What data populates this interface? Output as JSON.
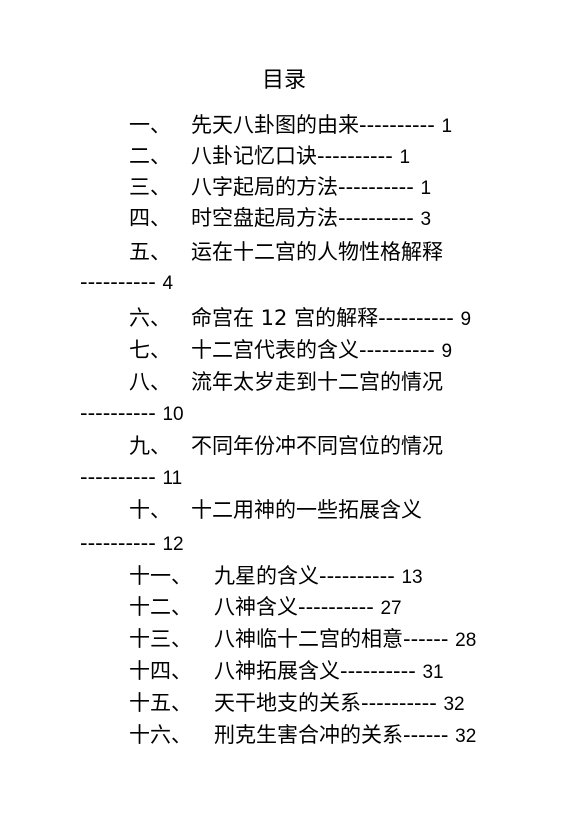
{
  "title": "目录",
  "entries": [
    {
      "num": "一、",
      "text": "先天八卦图的由来",
      "dots": "----------",
      "page": "1"
    },
    {
      "num": "二、",
      "text": "八卦记忆口诀",
      "dots": "----------",
      "page": "1"
    },
    {
      "num": "三、",
      "text": "八字起局的方法",
      "dots": "----------",
      "page": "1"
    },
    {
      "num": "四、",
      "text": "时空盘起局方法",
      "dots": "----------",
      "page": "3"
    },
    {
      "num": "五、",
      "text": "运在十二宫的人物性格解释",
      "dots": "----------",
      "page": "4"
    },
    {
      "num": "六、",
      "text": "命宫在 12 宫的解释",
      "dots": "----------",
      "page": "9"
    },
    {
      "num": "七、",
      "text": "十二宫代表的含义",
      "dots": "----------",
      "page": "9"
    },
    {
      "num": "八、",
      "text": "流年太岁走到十二宫的情况",
      "dots": "----------",
      "page": "10"
    },
    {
      "num": "九、",
      "text": "不同年份冲不同宫位的情况",
      "dots": "----------",
      "page": "11"
    },
    {
      "num": "十、",
      "text": "十二用神的一些拓展含义",
      "dots": "----------",
      "page": "12"
    },
    {
      "num": "十一、",
      "text": "九星的含义",
      "dots": "----------",
      "page": "13"
    },
    {
      "num": "十二、",
      "text": "八神含义",
      "dots": "----------",
      "page": "27"
    },
    {
      "num": "十三、",
      "text": "八神临十二宫的相意",
      "dots": "------",
      "page": "28"
    },
    {
      "num": "十四、",
      "text": "八神拓展含义",
      "dots": "----------",
      "page": "31"
    },
    {
      "num": "十五、",
      "text": "天干地支的关系",
      "dots": "----------",
      "page": "32"
    },
    {
      "num": "十六、",
      "text": "刑克生害合冲的关系",
      "dots": "------",
      "page": "32"
    }
  ]
}
